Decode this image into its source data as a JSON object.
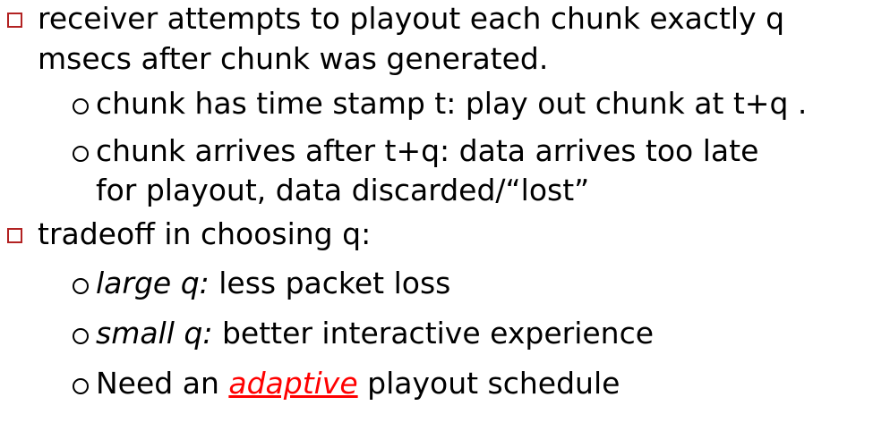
{
  "slide": {
    "items": [
      {
        "level": 1,
        "lines": [
          "receiver attempts to playout each chunk exactly q",
          "msecs after chunk was generated."
        ]
      },
      {
        "level": 2,
        "lines": [
          "chunk has time stamp t: play out chunk at t+q ."
        ]
      },
      {
        "level": 2,
        "lines": [
          "chunk arrives after t+q: data arrives too late",
          "for playout, data discarded/“lost”"
        ]
      },
      {
        "level": 1,
        "lines": [
          "tradeoff in choosing q:"
        ]
      },
      {
        "level": 2,
        "lead": "large q:",
        "rest": " less packet loss"
      },
      {
        "level": 2,
        "lead": "small q:",
        "rest": " better interactive experience"
      },
      {
        "level": 2,
        "before": "Need an ",
        "highlight": "adaptive",
        "after": " playout schedule"
      }
    ]
  },
  "colors": {
    "bullet_square": "#b22222",
    "highlight": "#ff0000"
  }
}
